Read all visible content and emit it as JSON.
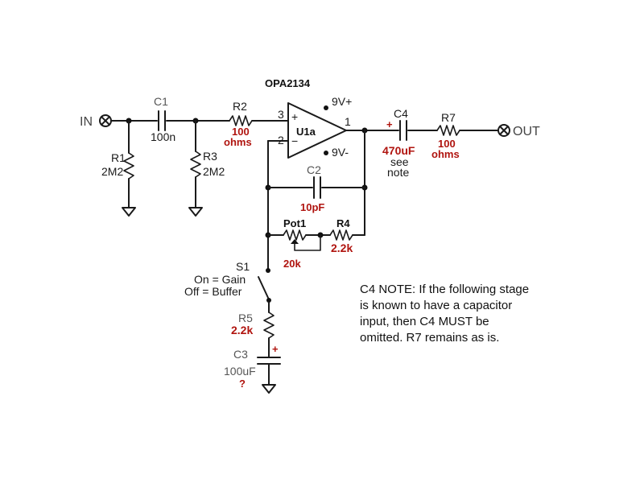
{
  "colors": {
    "wire": "#1a1a1a",
    "accent_value": "#b0140f",
    "gray_label": "#555555"
  },
  "terminals": {
    "in": "IN",
    "out": "OUT"
  },
  "opamp": {
    "part": "OPA2134",
    "ref": "U1a",
    "pin_plus": "3",
    "pin_minus": "2",
    "pin_out": "1",
    "plus_sign": "+",
    "minus_sign": "−",
    "vpos": "9V+",
    "vneg": "9V-"
  },
  "c1": {
    "ref": "C1",
    "value": "100n"
  },
  "r1": {
    "ref": "R1",
    "value": "2M2"
  },
  "r2": {
    "ref": "R2",
    "value": "100",
    "unit": "ohms"
  },
  "r3": {
    "ref": "R3",
    "value": "2M2"
  },
  "c2": {
    "ref": "C2",
    "value": "10pF"
  },
  "pot1": {
    "ref": "Pot1",
    "value": "20k"
  },
  "r4": {
    "ref": "R4",
    "value": "2.2k"
  },
  "s1": {
    "ref": "S1",
    "line1": "On = Gain",
    "line2": "Off = Buffer"
  },
  "r5": {
    "ref": "R5",
    "value": "2.2k"
  },
  "c3": {
    "ref": "C3",
    "value": "100uF",
    "mark": "?",
    "polarity": "+"
  },
  "c4": {
    "ref": "C4",
    "value": "470uF",
    "polarity": "+",
    "see": "see",
    "note": "note"
  },
  "r7": {
    "ref": "R7",
    "value": "100",
    "unit": "ohms"
  },
  "note_text": {
    "line1": "C4 NOTE: If the following stage",
    "line2": "is known to have a capacitor",
    "line3": "input, then C4 MUST be",
    "line4": "omitted. R7 remains as is."
  }
}
